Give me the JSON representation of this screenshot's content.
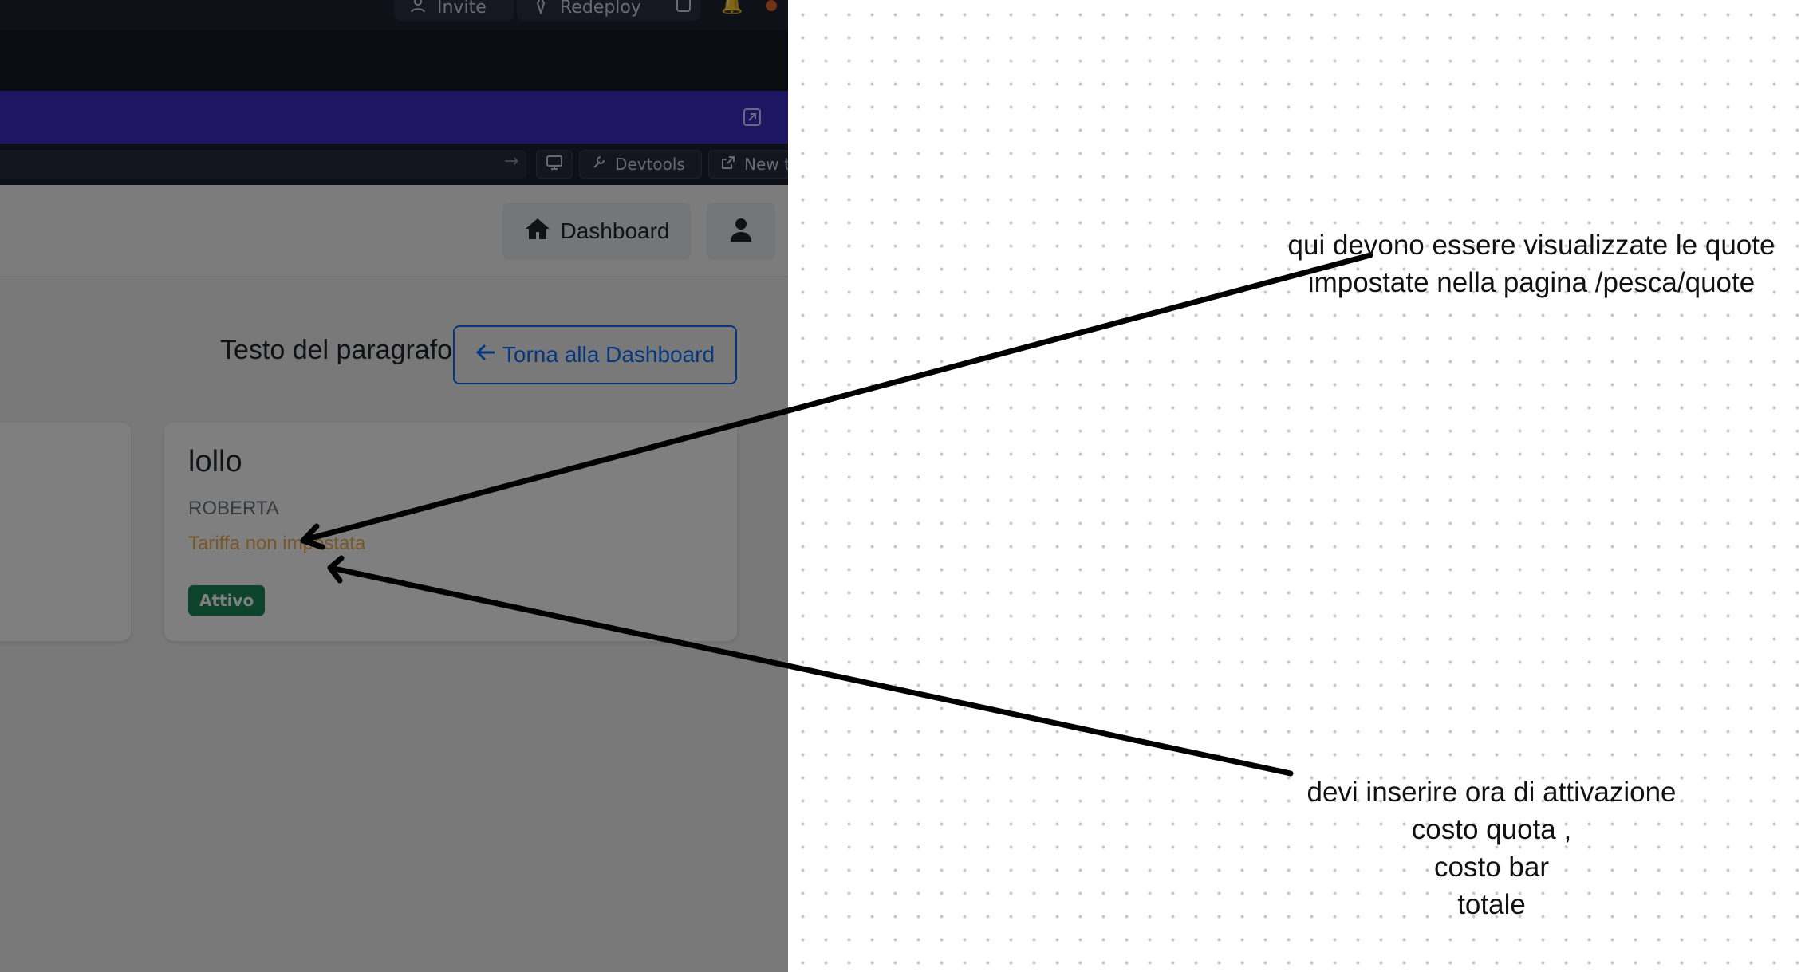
{
  "topbar": {
    "invite_label": "Invite",
    "redeploy_label": "Redeploy"
  },
  "urlbar": {
    "devtools_label": "Devtools",
    "newtab_label": "New t"
  },
  "navbar": {
    "dashboard_label": "Dashboard"
  },
  "content": {
    "paragraph": "Testo del paragrafo",
    "back_button_label": "Torna alla Dashboard",
    "card": {
      "title": "lollo",
      "subtitle": "ROBERTA",
      "tariff_status": "Tariffa non impostata",
      "status_badge": "Attivo"
    }
  },
  "annotations": {
    "note1_line1": "qui devono essere visualizzate le quote",
    "note1_line2": "impostate nella pagina /pesca/quote",
    "note2_line1": "devi inserire ora di attivazione",
    "note2_line2": "costo quota ,",
    "note2_line3": "costo bar",
    "note2_line4": "totale"
  },
  "colors": {
    "accent_blue": "#0d6efd",
    "purple_bar": "#3d2cc4",
    "badge_green": "#198754",
    "warning_text": "#f0ad4e"
  }
}
